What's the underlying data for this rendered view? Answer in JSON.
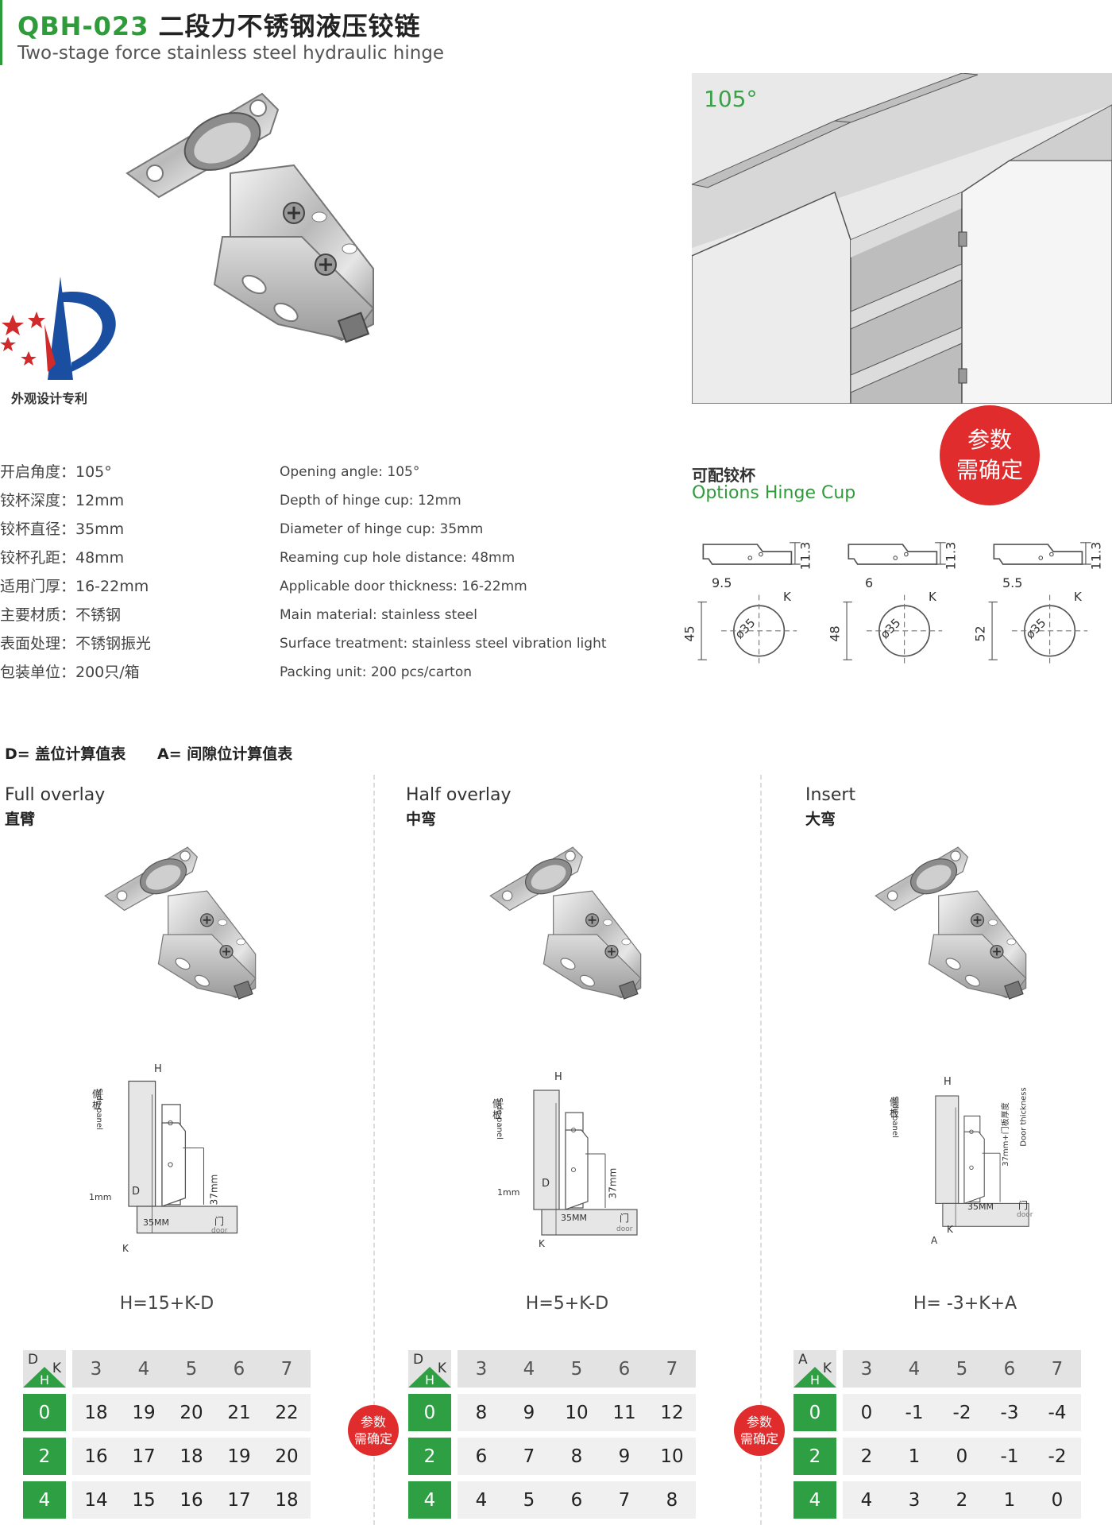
{
  "header": {
    "model": "QBH-023",
    "title_cn": "二段力不锈钢液压铰链",
    "subtitle_en": "Two-stage force stainless steel hydraulic hinge"
  },
  "patent_label": "外观设计专利",
  "cabinet_angle": "105°",
  "specs_cn": [
    "开启角度：105°",
    "铰杯深度：12mm",
    "铰杯直径：35mm",
    "铰杯孔距：48mm",
    "适用门厚：16-22mm",
    "主要材质：不锈钢",
    "表面处理：不锈钢振光",
    "包装单位：200只/箱"
  ],
  "specs_en": [
    "Opening angle: 105°",
    "Depth of hinge cup: 12mm",
    "Diameter of hinge cup: 35mm",
    "Reaming cup hole distance: 48mm",
    "Applicable door thickness: 16-22mm",
    "Main material: stainless steel",
    "Surface treatment: stainless steel vibration light",
    "Packing unit: 200 pcs/carton"
  ],
  "badge_large": {
    "line1": "参数",
    "line2": "需确定"
  },
  "badge_small": {
    "line1": "参数",
    "line2": "需确定"
  },
  "cup_options": {
    "title_cn": "可配铰杯",
    "title_en": "Options Hinge Cup",
    "cups": [
      {
        "offset": "9.5",
        "height": "45",
        "depth": "11.3",
        "dia": "ø35",
        "k": "K"
      },
      {
        "offset": "6",
        "height": "48",
        "depth": "11.3",
        "dia": "ø35",
        "k": "K"
      },
      {
        "offset": "5.5",
        "height": "52",
        "depth": "11.3",
        "dia": "ø35",
        "k": "K"
      }
    ]
  },
  "section_label": "D= 盖位计算值表      A= 间隙位计算值表",
  "diagram_labels": {
    "side_cn": "侧板",
    "side_en": "Side panel",
    "door_cn": "门",
    "door_en": "door",
    "mm35": "35MM",
    "mm37": "37mm",
    "mm1": "1mm",
    "h": "H",
    "d": "D",
    "k": "K",
    "a": "A",
    "door_thick_cn": "37mm+门板厚度",
    "door_thick_en": "Door thickness",
    "mm35_lower": "35MM"
  },
  "columns": [
    {
      "title_en": "Full overlay",
      "title_cn": "直臂",
      "formula": "H=15+K-D",
      "table": {
        "corner": [
          "D",
          "K",
          "H"
        ],
        "k_values": [
          "3",
          "4",
          "5",
          "6",
          "7"
        ],
        "rows": [
          {
            "h": "0",
            "values": [
              "18",
              "19",
              "20",
              "21",
              "22"
            ]
          },
          {
            "h": "2",
            "values": [
              "16",
              "17",
              "18",
              "19",
              "20"
            ]
          },
          {
            "h": "4",
            "values": [
              "14",
              "15",
              "16",
              "17",
              "18"
            ]
          }
        ]
      }
    },
    {
      "title_en": "Half overlay",
      "title_cn": "中弯",
      "formula": "H=5+K-D",
      "table": {
        "corner": [
          "D",
          "K",
          "H"
        ],
        "k_values": [
          "3",
          "4",
          "5",
          "6",
          "7"
        ],
        "rows": [
          {
            "h": "0",
            "values": [
              "8",
              "9",
              "10",
              "11",
              "12"
            ]
          },
          {
            "h": "2",
            "values": [
              "6",
              "7",
              "8",
              "9",
              "10"
            ]
          },
          {
            "h": "4",
            "values": [
              "4",
              "5",
              "6",
              "7",
              "8"
            ]
          }
        ]
      }
    },
    {
      "title_en": "Insert",
      "title_cn": "大弯",
      "formula": "H= -3+K+A",
      "table": {
        "corner": [
          "A",
          "K",
          "H"
        ],
        "k_values": [
          "3",
          "4",
          "5",
          "6",
          "7"
        ],
        "rows": [
          {
            "h": "0",
            "values": [
              "0",
              "-1",
              "-2",
              "-3",
              "-4"
            ]
          },
          {
            "h": "2",
            "values": [
              "2",
              "1",
              "0",
              "-1",
              "-2"
            ]
          },
          {
            "h": "4",
            "values": [
              "4",
              "3",
              "2",
              "1",
              "0"
            ]
          }
        ]
      }
    }
  ],
  "colors": {
    "green": "#2f9b3b",
    "red": "#e02c2c",
    "table_green": "#2ea043"
  }
}
